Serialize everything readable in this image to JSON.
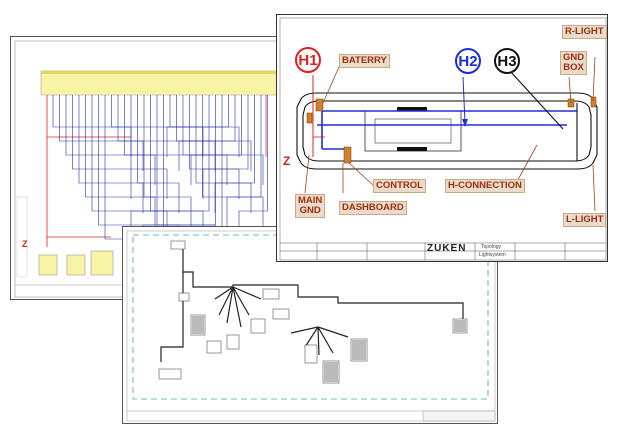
{
  "labels": {
    "h1": "H1",
    "h2": "H2",
    "h3": "H3",
    "battery": "BATERRY",
    "gnd_box": "GND\nBOX",
    "r_light": "R-LIGHT",
    "control": "CONTROL",
    "h_connection": "H-CONNECTION",
    "main_gnd": "MAIN\nGND",
    "dashboard": "DASHBOARD",
    "l_light": "L-LIGHT"
  },
  "title_block": {
    "logo": "ZUKEN",
    "line1": "Topology",
    "line2": "Lightsystem"
  },
  "colors": {
    "h1": "#e02020",
    "h2": "#1a2ed8",
    "h3": "#111111",
    "label_bg": "#e9dccb",
    "label_text": "#9c2f12",
    "bus_blue": "#2030d0",
    "schematic_yellow": "#f9f3a6"
  }
}
